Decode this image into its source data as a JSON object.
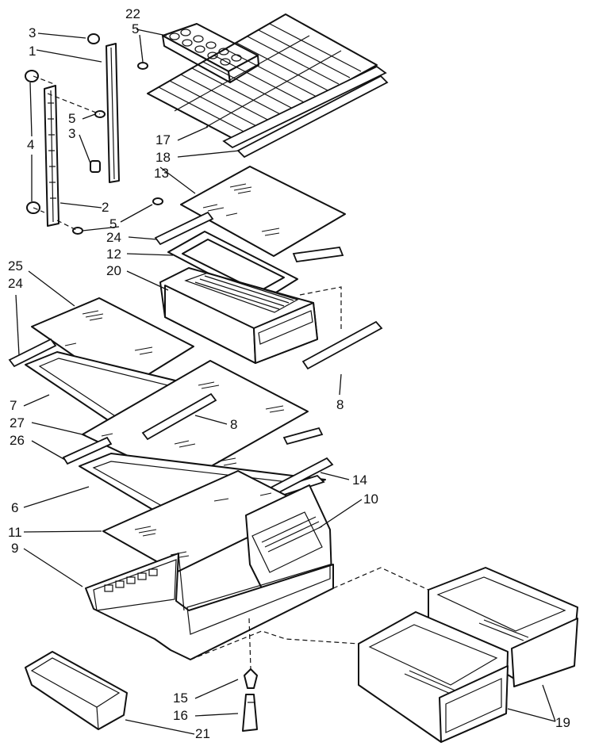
{
  "labels": [
    {
      "id": "l22",
      "text": "22"
    },
    {
      "id": "l5a",
      "text": "5"
    },
    {
      "id": "l3a",
      "text": "3"
    },
    {
      "id": "l1",
      "text": "1"
    },
    {
      "id": "l5b",
      "text": "5"
    },
    {
      "id": "l3b",
      "text": "3"
    },
    {
      "id": "l4",
      "text": "4"
    },
    {
      "id": "l2",
      "text": "2"
    },
    {
      "id": "l5c",
      "text": "5"
    },
    {
      "id": "l17",
      "text": "17"
    },
    {
      "id": "l18",
      "text": "18"
    },
    {
      "id": "l13",
      "text": "13"
    },
    {
      "id": "l24a",
      "text": "24"
    },
    {
      "id": "l12",
      "text": "12"
    },
    {
      "id": "l20",
      "text": "20"
    },
    {
      "id": "l25",
      "text": "25"
    },
    {
      "id": "l24b",
      "text": "24"
    },
    {
      "id": "l8a",
      "text": "8"
    },
    {
      "id": "l7",
      "text": "7"
    },
    {
      "id": "l8b",
      "text": "8"
    },
    {
      "id": "l27",
      "text": "27"
    },
    {
      "id": "l26",
      "text": "26"
    },
    {
      "id": "l14",
      "text": "14"
    },
    {
      "id": "l6",
      "text": "6"
    },
    {
      "id": "l10",
      "text": "10"
    },
    {
      "id": "l11",
      "text": "11"
    },
    {
      "id": "l9",
      "text": "9"
    },
    {
      "id": "l15",
      "text": "15"
    },
    {
      "id": "l16",
      "text": "16"
    },
    {
      "id": "l21",
      "text": "21"
    },
    {
      "id": "l19",
      "text": "19"
    }
  ]
}
